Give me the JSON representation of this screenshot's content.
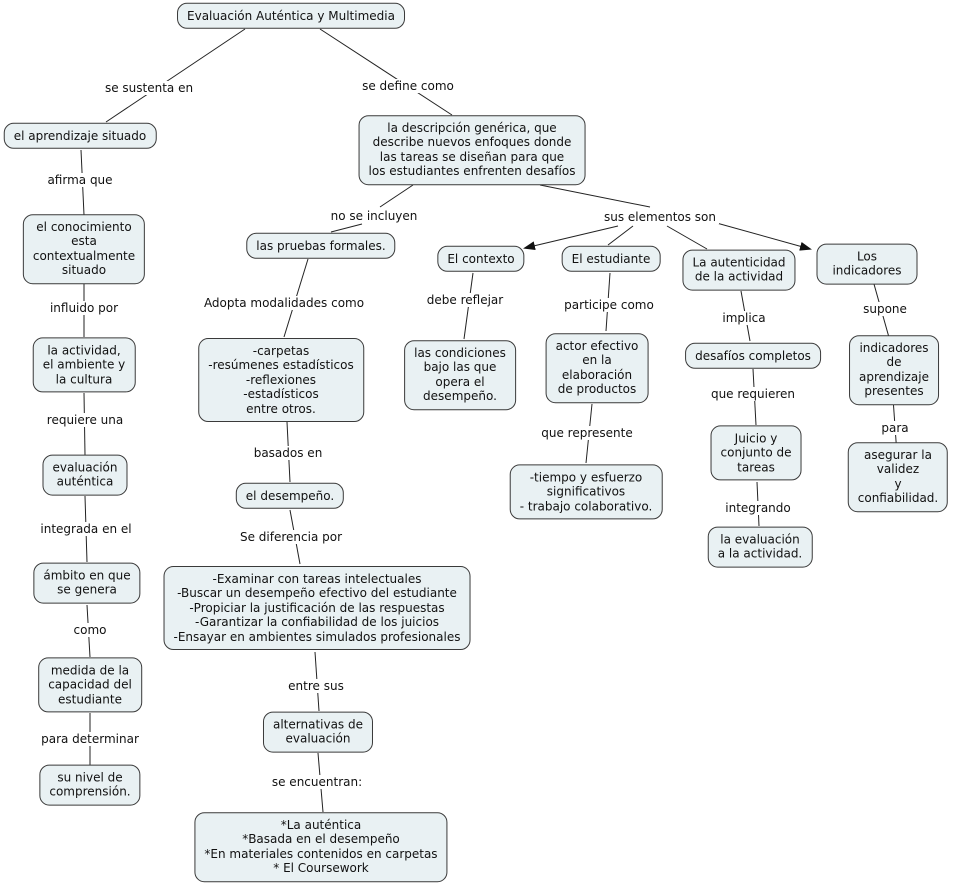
{
  "diagram_title": "Evaluación Auténtica y Multimedia",
  "colors": {
    "background": "#ffffff",
    "node_fill": "#e9f1f3",
    "node_border": "#3a3a3a",
    "line": "#222222"
  },
  "nodes": [
    {
      "id": "root",
      "text": "Evaluación Auténtica y Multimedia"
    },
    {
      "id": "aprendizaje-situado",
      "text": "el aprendizaje situado"
    },
    {
      "id": "conocimiento-situado",
      "text": "el conocimiento\nesta\ncontextualmente\nsituado"
    },
    {
      "id": "actividad-ambiente-cultura",
      "text": "la actividad,\nel ambiente y\nla cultura"
    },
    {
      "id": "evaluacion-autentica",
      "text": "evaluación\nauténtica"
    },
    {
      "id": "ambito-se-genera",
      "text": "ámbito en que\nse genera"
    },
    {
      "id": "medida-capacidad",
      "text": "medida de la\ncapacidad del\nestudiante"
    },
    {
      "id": "nivel-comprension",
      "text": "su nivel de\ncomprensión."
    },
    {
      "id": "descripcion-generica",
      "text": "la descripción genérica, que\ndescribe nuevos enfoques donde\nlas tareas se diseñan para que\nlos estudiantes enfrenten desafíos"
    },
    {
      "id": "pruebas-formales",
      "text": "las pruebas formales."
    },
    {
      "id": "modalidades",
      "text": "-carpetas\n-resúmenes estadísticos\n-reflexiones\n-estadísticos\nentre otros."
    },
    {
      "id": "desempeno",
      "text": "el desempeño."
    },
    {
      "id": "diferencias",
      "text": "-Examinar con tareas intelectuales\n-Buscar un desempeño efectivo del estudiante\n-Propiciar la justificación de las respuestas\n-Garantizar la confiabilidad de los juicios\n-Ensayar en ambientes simulados profesionales"
    },
    {
      "id": "alternativas-evaluacion",
      "text": "alternativas de\nevaluación"
    },
    {
      "id": "alternativas-lista",
      "text": "*La auténtica\n*Basada en el desempeño\n*En materiales contenidos en carpetas\n* El Coursework"
    },
    {
      "id": "el-contexto",
      "text": "El contexto"
    },
    {
      "id": "el-estudiante",
      "text": "El estudiante"
    },
    {
      "id": "autenticidad-actividad",
      "text": "La autenticidad\nde la actividad"
    },
    {
      "id": "los-indicadores",
      "text": "Los indicadores"
    },
    {
      "id": "condiciones-desempeno",
      "text": "las condiciones\nbajo las que\nopera el\ndesempeño."
    },
    {
      "id": "actor-efectivo",
      "text": "actor efectivo\nen la\nelaboración\nde productos"
    },
    {
      "id": "tiempo-esfuerzo",
      "text": "-tiempo y esfuerzo\nsignificativos\n- trabajo colaborativo."
    },
    {
      "id": "desafios-completos",
      "text": "desafíos completos"
    },
    {
      "id": "juicio-tareas",
      "text": "Juicio y\nconjunto de\ntareas"
    },
    {
      "id": "evaluacion-a-actividad",
      "text": "la evaluación\na la actividad."
    },
    {
      "id": "indicadores-presentes",
      "text": "indicadores\nde aprendizaje\npresentes"
    },
    {
      "id": "asegurar-validez",
      "text": "asegurar la validez\ny confiabilidad."
    }
  ],
  "link_labels": [
    {
      "id": "se-sustenta-en",
      "text": "se sustenta en"
    },
    {
      "id": "se-define-como",
      "text": "se define como"
    },
    {
      "id": "afirma-que",
      "text": "afirma que"
    },
    {
      "id": "influido-por",
      "text": "influido por"
    },
    {
      "id": "requiere-una",
      "text": "requiere una"
    },
    {
      "id": "integrada-en-el",
      "text": "integrada en el"
    },
    {
      "id": "como",
      "text": "como"
    },
    {
      "id": "para-determinar",
      "text": "para determinar"
    },
    {
      "id": "no-se-incluyen",
      "text": "no se incluyen"
    },
    {
      "id": "adopta-modalidades-como",
      "text": "Adopta modalidades como"
    },
    {
      "id": "basados-en",
      "text": "basados en"
    },
    {
      "id": "se-diferencia-por",
      "text": "Se diferencia por"
    },
    {
      "id": "entre-sus",
      "text": "entre sus"
    },
    {
      "id": "se-encuentran",
      "text": "se encuentran:"
    },
    {
      "id": "sus-elementos-son",
      "text": "sus elementos son"
    },
    {
      "id": "debe-reflejar",
      "text": "debe reflejar"
    },
    {
      "id": "participe-como",
      "text": "participe como"
    },
    {
      "id": "que-represente",
      "text": "que represente"
    },
    {
      "id": "implica",
      "text": "implica"
    },
    {
      "id": "que-requieren",
      "text": "que requieren"
    },
    {
      "id": "integrando",
      "text": "integrando"
    },
    {
      "id": "supone",
      "text": "supone"
    },
    {
      "id": "para",
      "text": "para"
    }
  ]
}
